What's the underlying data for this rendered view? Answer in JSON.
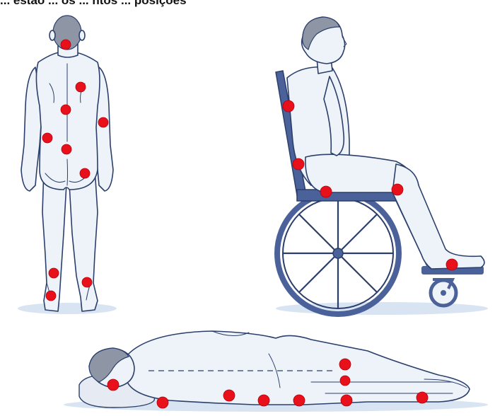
{
  "title": "... estão ... os ... ntos ... posições",
  "colors": {
    "pressure_point": "#e8111b",
    "outline": "#2b3f6b",
    "skin": "#eef3fa",
    "chair": "#4a6199"
  },
  "figures": [
    {
      "name": "standing-back-view",
      "pressure_points": 10
    },
    {
      "name": "seated-wheelchair",
      "pressure_points": 5
    },
    {
      "name": "lying-side",
      "pressure_points": 9
    }
  ]
}
